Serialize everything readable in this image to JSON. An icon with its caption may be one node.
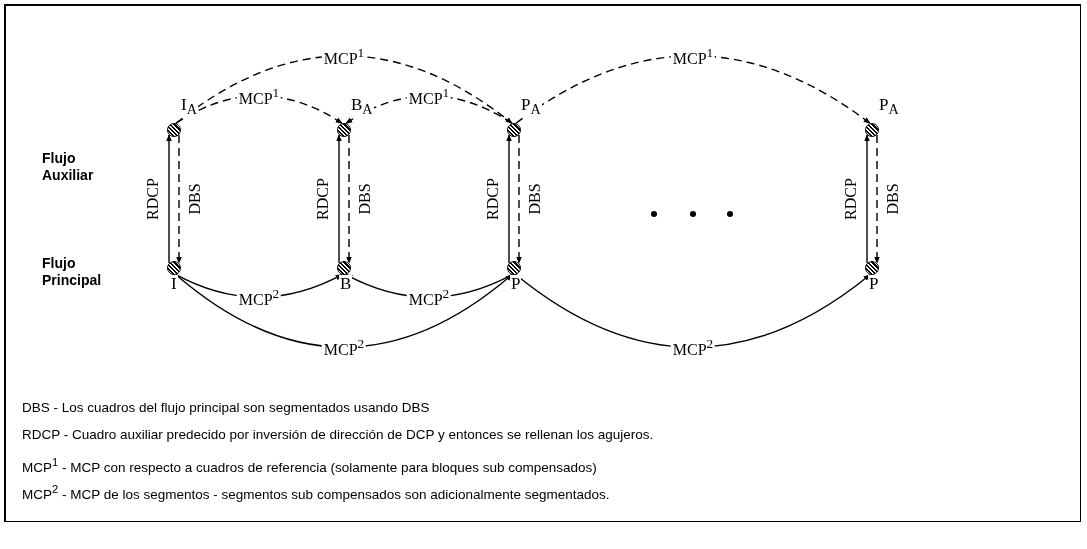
{
  "diagram": {
    "nodes": [
      {
        "text": [],
        "shape": "circle",
        "beside": [
          "I$_{A}$"
        ]
      },
      {
        "text": [],
        "shape": "circle",
        "beside": [
          "B$_{A}$"
        ]
      },
      {
        "text": [],
        "shape": "circle",
        "beside": [
          "P$_{A}$"
        ]
      },
      {
        "text": [],
        "shape": "circle",
        "beside": [
          "P$_{A}$"
        ]
      },
      {
        "text": [],
        "shape": "circle",
        "beside": [
          "I"
        ]
      },
      {
        "text": [],
        "shape": "circle",
        "beside": [
          "B"
        ]
      },
      {
        "text": [],
        "shape": "circle",
        "beside": [
          "P"
        ]
      },
      {
        "text": [],
        "shape": "circle",
        "beside": [
          "P"
        ]
      }
    ],
    "edges": [
      {
        "from": 0,
        "to": 2,
        "arrow": "to",
        "label": "MCP$^{1}$",
        "style": "dashed"
      },
      {
        "from": 2,
        "to": 3,
        "arrow": "to",
        "label": "MCP$^{1}$",
        "style": "dashed"
      },
      {
        "from": 0,
        "to": 1,
        "arrow": "to",
        "label": "MCP$^{1}$",
        "style": "dashed"
      },
      {
        "from": 2,
        "to": 1,
        "arrow": "to",
        "label": "MCP$^{1}$",
        "style": "dashed"
      },
      {
        "from": 4,
        "to": 0,
        "arrow": "to",
        "label": "RDCP"
      },
      {
        "from": 0,
        "to": 4,
        "arrow": "to",
        "label": "DBS",
        "style": "dashed"
      },
      {
        "from": 5,
        "to": 1,
        "arrow": "to",
        "label": "RDCP"
      },
      {
        "from": 1,
        "to": 5,
        "arrow": "to",
        "label": "DBS",
        "style": "dashed"
      },
      {
        "from": 6,
        "to": 2,
        "arrow": "to",
        "label": "RDCP"
      },
      {
        "from": 2,
        "to": 6,
        "arrow": "to",
        "label": "DBS",
        "style": "dashed"
      },
      {
        "from": 7,
        "to": 3,
        "arrow": "to",
        "label": "RDCP"
      },
      {
        "from": 3,
        "to": 7,
        "arrow": "to",
        "label": "DBS",
        "style": "dashed"
      },
      {
        "from": 4,
        "to": 5,
        "arrow": "to",
        "label": "MCP$^{2}$"
      },
      {
        "from": 6,
        "to": 5,
        "arrow": "to",
        "label": "MCP$^{2}$"
      },
      {
        "from": 4,
        "to": 6,
        "arrow": "to",
        "label": "MCP$^{2}$"
      },
      {
        "from": 6,
        "to": 7,
        "arrow": "to",
        "label": "MCP$^{2}$"
      }
    ],
    "labels": [
      "Flujo Auxiliar",
      "Flujo Principal",
      "DBS - Los cuadros del flujo principal son segmentados usando DBS",
      "RDCP - Cuadro auxiliar predecido por inversión de dirección de DCP y entonces se rellenan los agujeros.",
      "MCP$^{1}$ - MCP con respecto a cuadros de referencia (solamente para bloques sub compensados)",
      "MCP$^{2}$ - MCP de los segmentos - segmentos sub compensados son adicionalmente segmentados."
    ]
  }
}
